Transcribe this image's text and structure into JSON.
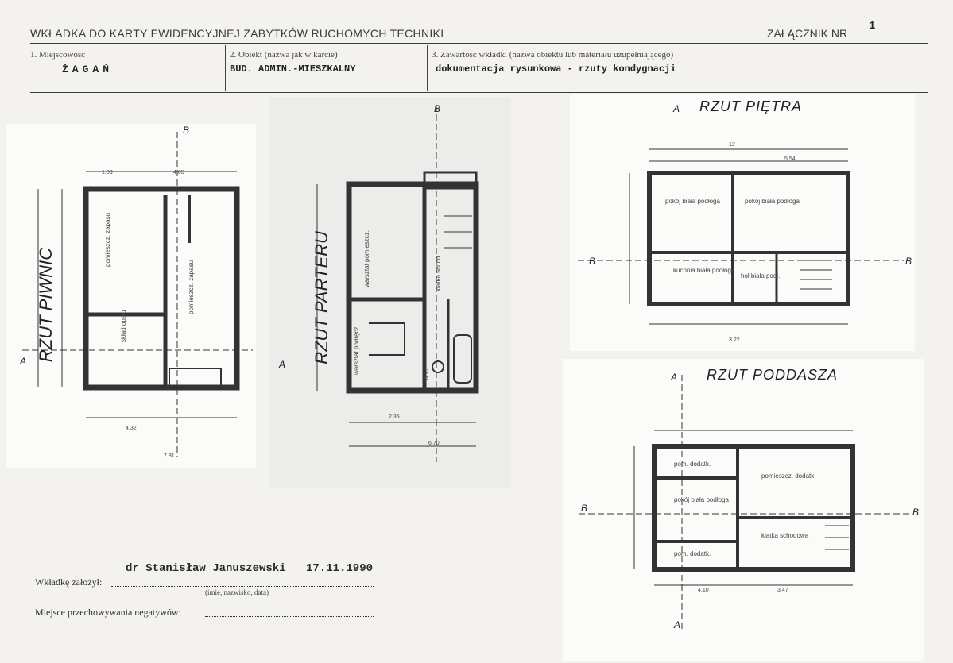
{
  "header": {
    "title": "WKŁADKA DO KARTY EWIDENCYJNEJ ZABYTKÓW RUCHOMYCH TECHNIKI",
    "annex_label": "ZAŁĄCZNIK NR",
    "annex_number": "1"
  },
  "fields": [
    {
      "label": "1. Miejscowość",
      "value": "ŻAGAŃ"
    },
    {
      "label": "2. Obiekt (nazwa jak w karcie)",
      "value": "BUD. ADMIN.-MIESZKALNY"
    },
    {
      "label": "3. Zawartość wkładki (nazwa obiektu lub materiału uzupełniającego)",
      "value": "dokumentacja rysunkowa - rzuty kondygnacji"
    }
  ],
  "plans": {
    "basement": {
      "title": "RZUT PIWNIC"
    },
    "ground": {
      "title": "RZUT PARTERU"
    },
    "floor": {
      "title": "RZUT PIĘTRA"
    },
    "attic": {
      "title": "RZUT PODDASZA"
    },
    "marker_a": "A",
    "marker_b": "B"
  },
  "footer": {
    "author_label": "Wkładkę założył:",
    "author_value": "dr Stanisław Januszewski",
    "date_value": "17.11.1990",
    "author_sub": "(imię, nazwisko, data)",
    "storage_label": "Miejsce przechowywania negatywów:"
  }
}
